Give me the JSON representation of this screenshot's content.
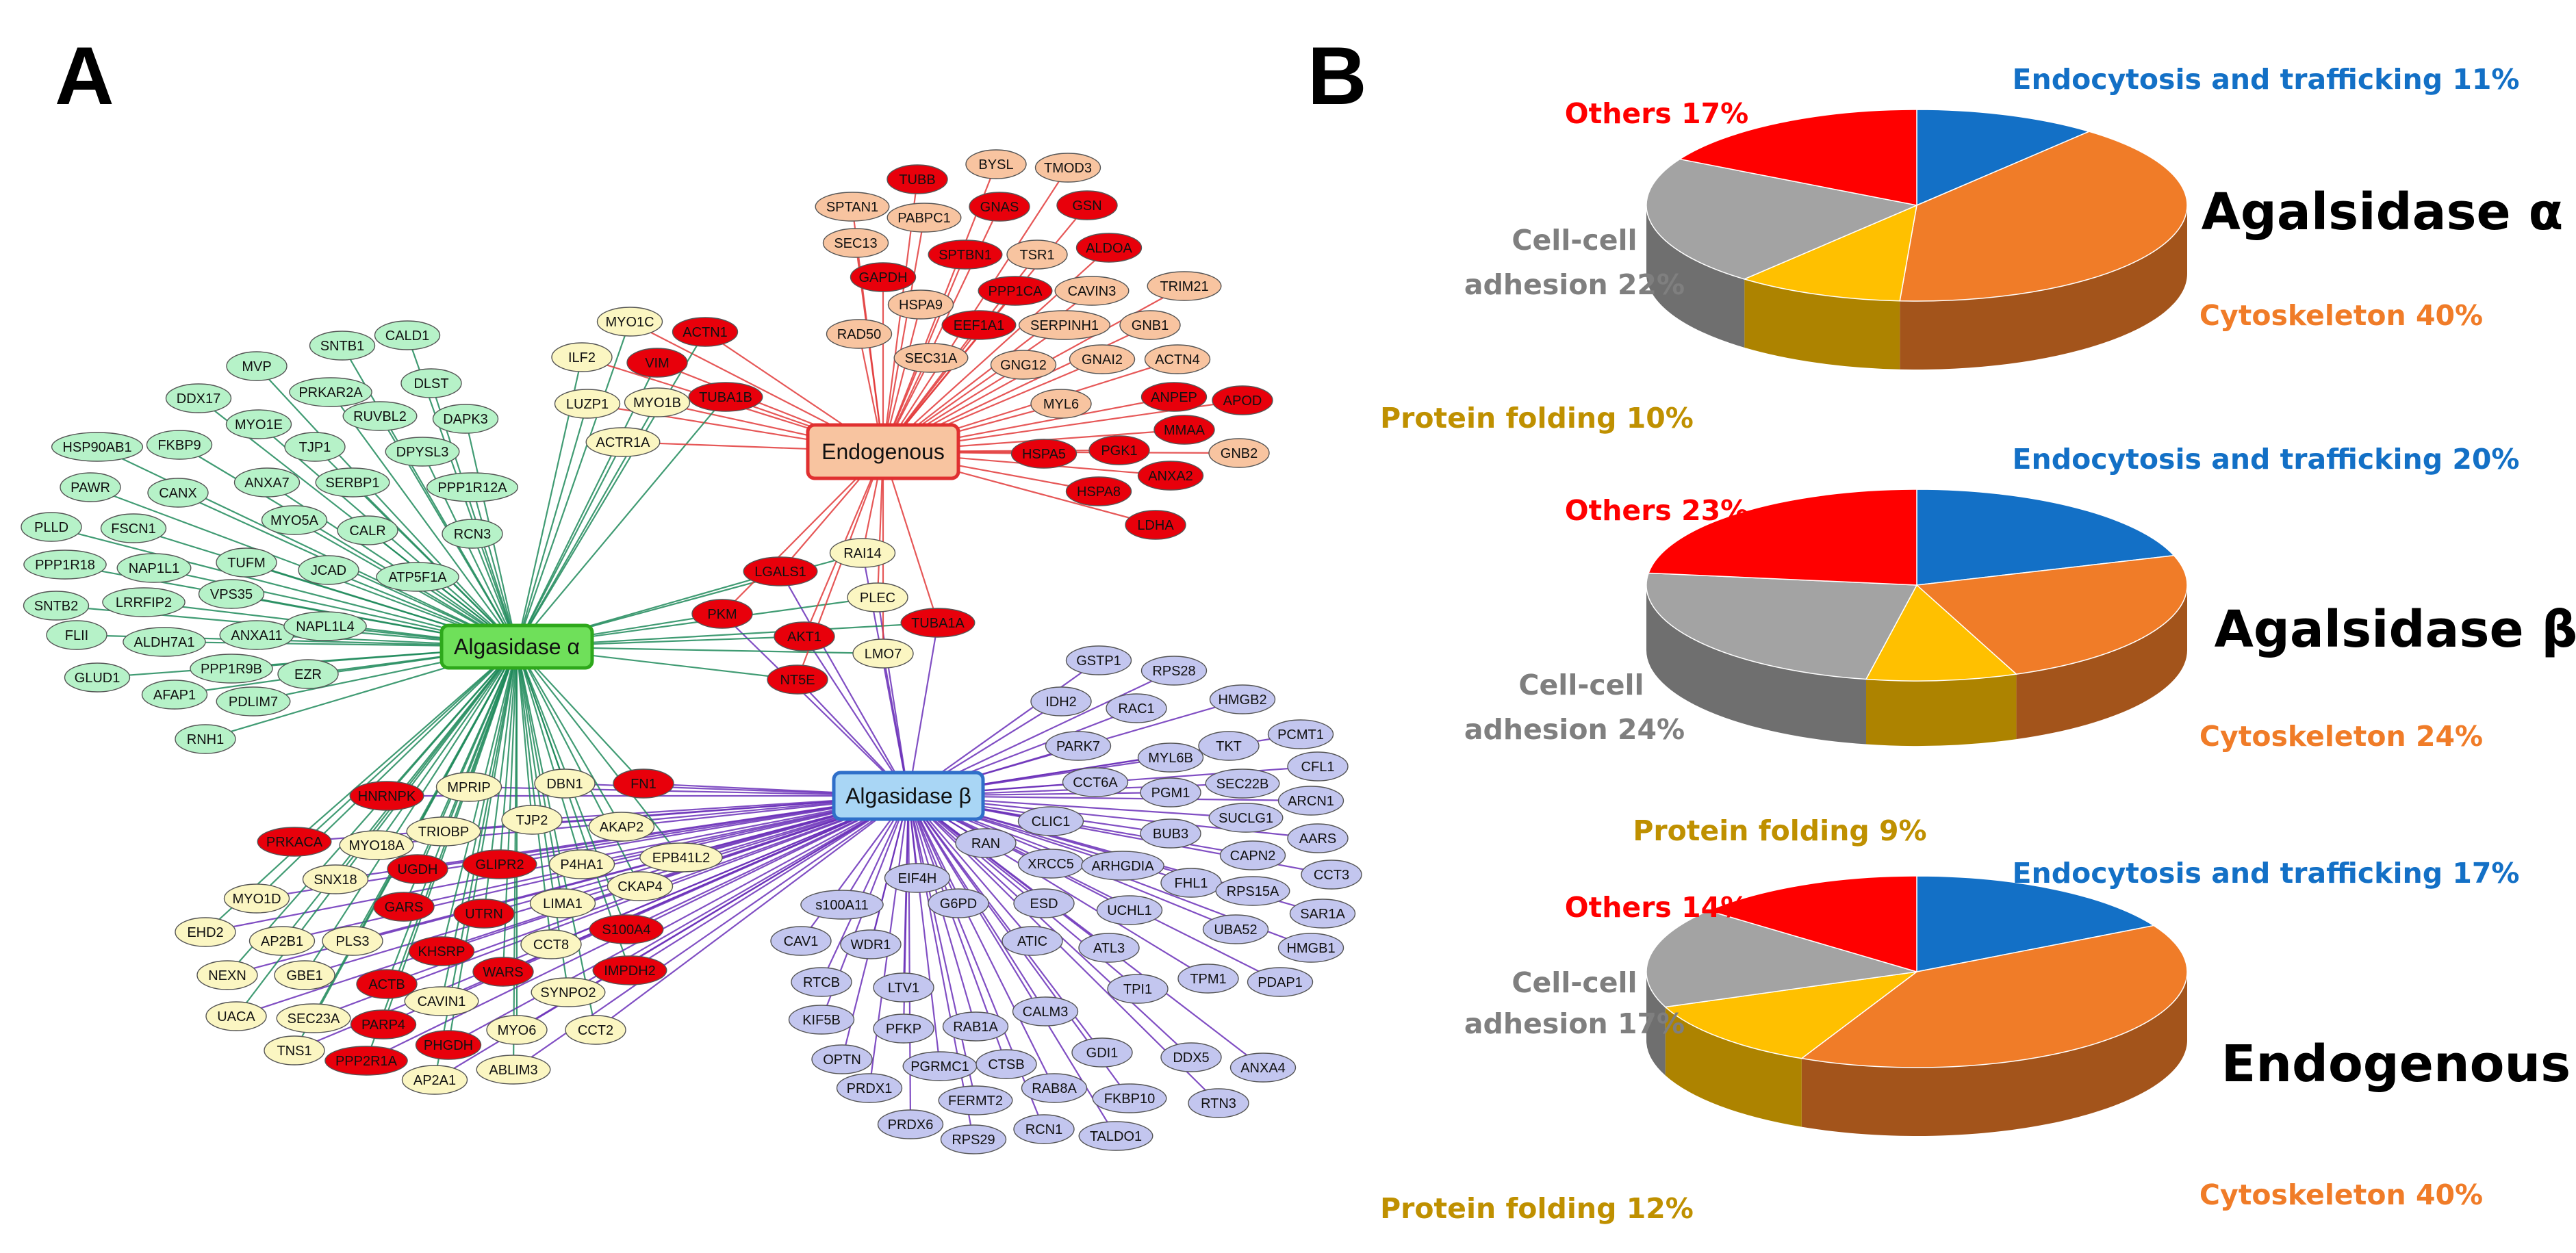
{
  "panels": {
    "a_label": "A",
    "b_label": "B"
  },
  "colors": {
    "green_fill": "#b6f2c8",
    "green_edge": "#1e8a5a",
    "green_hub": "#6fe05a",
    "green_hub_border": "#2ea81b",
    "peach_fill": "#f8c4a0",
    "red_fill": "#e8000b",
    "red_edge": "#e23a3a",
    "red_hub_border": "#e03030",
    "yellow_fill": "#fbf6c2",
    "purple_fill": "#c3c6ef",
    "purple_edge": "#6a2fb8",
    "blue_hub": "#a9d6f5",
    "blue_hub_border": "#2f6fc9",
    "node_stroke": "#555555",
    "endocytosis": "#1370c6",
    "cytoskeleton": "#f07c28",
    "protein_folding": "#ffc000",
    "cell_adhesion": "#a3a3a3",
    "others": "#ff0000",
    "protein_folding_text": "#bf9000",
    "cell_adhesion_text": "#7f7f7f"
  },
  "network": {
    "hubs": [
      {
        "id": "alpha",
        "label": "Algasidase α"
      },
      {
        "id": "endo",
        "label": "Endogenous"
      },
      {
        "id": "beta",
        "label": "Algasidase β"
      }
    ],
    "alpha_only": [
      "CALD1",
      "SNTB1",
      "MVP",
      "DLST",
      "PRKAR2A",
      "DDX17",
      "RUVBL2",
      "DAPK3",
      "MYO1E",
      "DPYSL3",
      "TJP1",
      "HSP90AB1",
      "FKBP9",
      "ANXA7",
      "SERBP1",
      "PPP1R12A",
      "PAWR",
      "CANX",
      "MYO5A",
      "RCN3",
      "PLLD",
      "FSCN1",
      "CALR",
      "PPP1R18",
      "NAP1L1",
      "TUFM",
      "JCAD",
      "ATP5F1A",
      "SNTB2",
      "LRRFIP2",
      "VPS35",
      "FLII",
      "ALDH7A1",
      "ANXA11",
      "NAPL1L4",
      "GLUD1",
      "PPP1R9B",
      "EZR",
      "AFAP1",
      "PDLIM7",
      "RNH1"
    ],
    "alpha_endo": [
      "MYO1C",
      "ACTN1",
      "ILF2",
      "VIM",
      "LUZP1",
      "MYO1B",
      "TUBA1B",
      "ACTR1A"
    ],
    "endo_only": [
      "BYSL",
      "TUBB",
      "TMOD3",
      "SPTAN1",
      "PABPC1",
      "GNAS",
      "GSN",
      "SEC13",
      "SPTBN1",
      "TSR1",
      "ALDOA",
      "GAPDH",
      "PPP1CA",
      "CAVIN3",
      "TRIM21",
      "HSPA9",
      "EEF1A1",
      "SERPINH1",
      "GNB1",
      "RAD50",
      "SEC31A",
      "GNG12",
      "GNAI2",
      "ACTN4",
      "MYL6",
      "ANPEP",
      "APOD",
      "MMAA",
      "GNB2",
      "HSPA5",
      "PGK1",
      "ANXA2",
      "HSPA8",
      "LDHA"
    ],
    "shared_center": [
      "LGALS1",
      "RAI14",
      "PLEC",
      "PKM",
      "AKT1",
      "TUBA1A",
      "LMO7",
      "NT5E"
    ],
    "alpha_beta": [
      "HNRNPK",
      "MPRIP",
      "DBN1",
      "FN1",
      "TRIOBP",
      "TJP2",
      "PRKACA",
      "MYO18A",
      "AKAP2",
      "UGDH",
      "GLIPR2",
      "P4HA1",
      "EPB41L2",
      "SNX18",
      "CKAP4",
      "MYO1D",
      "GARS",
      "UTRN",
      "LIMA1",
      "EHD2",
      "AP2B1",
      "PLS3",
      "S100A4",
      "KHSRP",
      "CCT8",
      "NEXN",
      "GBE1",
      "WARS",
      "IMPDH2",
      "ACTB",
      "CAVIN1",
      "SYNPO2",
      "UACA",
      "SEC23A",
      "PARP4",
      "MYO6",
      "CCT2",
      "TNS1",
      "PHGDH",
      "PPP2R1A",
      "AP2A1",
      "ABLIM3"
    ],
    "beta_only": [
      "GSTP1",
      "RPS28",
      "IDH2",
      "RAC1",
      "HMGB2",
      "PCMT1",
      "PARK7",
      "TKT",
      "MYL6B",
      "CFL1",
      "SEC22B",
      "CCT6A",
      "PGM1",
      "ARCN1",
      "SUCLG1",
      "CLIC1",
      "BUB3",
      "AARS",
      "RAN",
      "XRCC5",
      "CAPN2",
      "CCT3",
      "EIF4H",
      "ARHGDIA",
      "FHL1",
      "s100A11",
      "G6PD",
      "RPS15A",
      "SAR1A",
      "CAV1",
      "WDR1",
      "ESD",
      "UCHL1",
      "ATIC",
      "UBA52",
      "HMGB1",
      "RTCB",
      "LTV1",
      "ATL3",
      "KIF5B",
      "PFKP",
      "RAB1A",
      "CALM3",
      "TPI1",
      "TPM1",
      "PDAP1",
      "OPTN",
      "PGRMC1",
      "CTSB",
      "GDI1",
      "DDX5",
      "ANXA4",
      "FERMT2",
      "RAB8A",
      "FKBP10",
      "PRDX1",
      "RTN3",
      "PRDX6",
      "RPS29",
      "RCN1",
      "TALDO1"
    ]
  },
  "chart_data": [
    {
      "type": "pie",
      "title": "Agalsidase α",
      "categories": [
        "Endocytosis and trafficking",
        "Cytoskeleton",
        "Protein folding",
        "Cell-cell adhesion",
        "Others"
      ],
      "values": [
        11,
        40,
        10,
        22,
        17
      ],
      "unit": "%",
      "labels": {
        "endocytosis": "Endocytosis and trafficking 11%",
        "cytoskeleton": "Cytoskeleton 40%",
        "folding": "Protein folding 10%",
        "adhesion_line1": "Cell-cell",
        "adhesion_line2": "adhesion 22%",
        "others": "Others 17%"
      }
    },
    {
      "type": "pie",
      "title": "Agalsidase β",
      "categories": [
        "Endocytosis and trafficking",
        "Cytoskeleton",
        "Protein folding",
        "Cell-cell adhesion",
        "Others"
      ],
      "values": [
        20,
        24,
        9,
        24,
        23
      ],
      "unit": "%",
      "labels": {
        "endocytosis": "Endocytosis and trafficking 20%",
        "cytoskeleton": "Cytoskeleton 24%",
        "folding": "Protein folding 9%",
        "adhesion_line1": "Cell-cell",
        "adhesion_line2": "adhesion 24%",
        "others": "Others 23%"
      }
    },
    {
      "type": "pie",
      "title": "Endogenous",
      "categories": [
        "Endocytosis and trafficking",
        "Cytoskeleton",
        "Protein folding",
        "Cell-cell adhesion",
        "Others"
      ],
      "values": [
        17,
        40,
        12,
        17,
        14
      ],
      "unit": "%",
      "labels": {
        "endocytosis": "Endocytosis and trafficking 17%",
        "cytoskeleton": "Cytoskeleton 40%",
        "folding": "Protein folding 12%",
        "adhesion_line1": "Cell-cell",
        "adhesion_line2": "adhesion 17%",
        "others": "Others 14%"
      }
    }
  ]
}
